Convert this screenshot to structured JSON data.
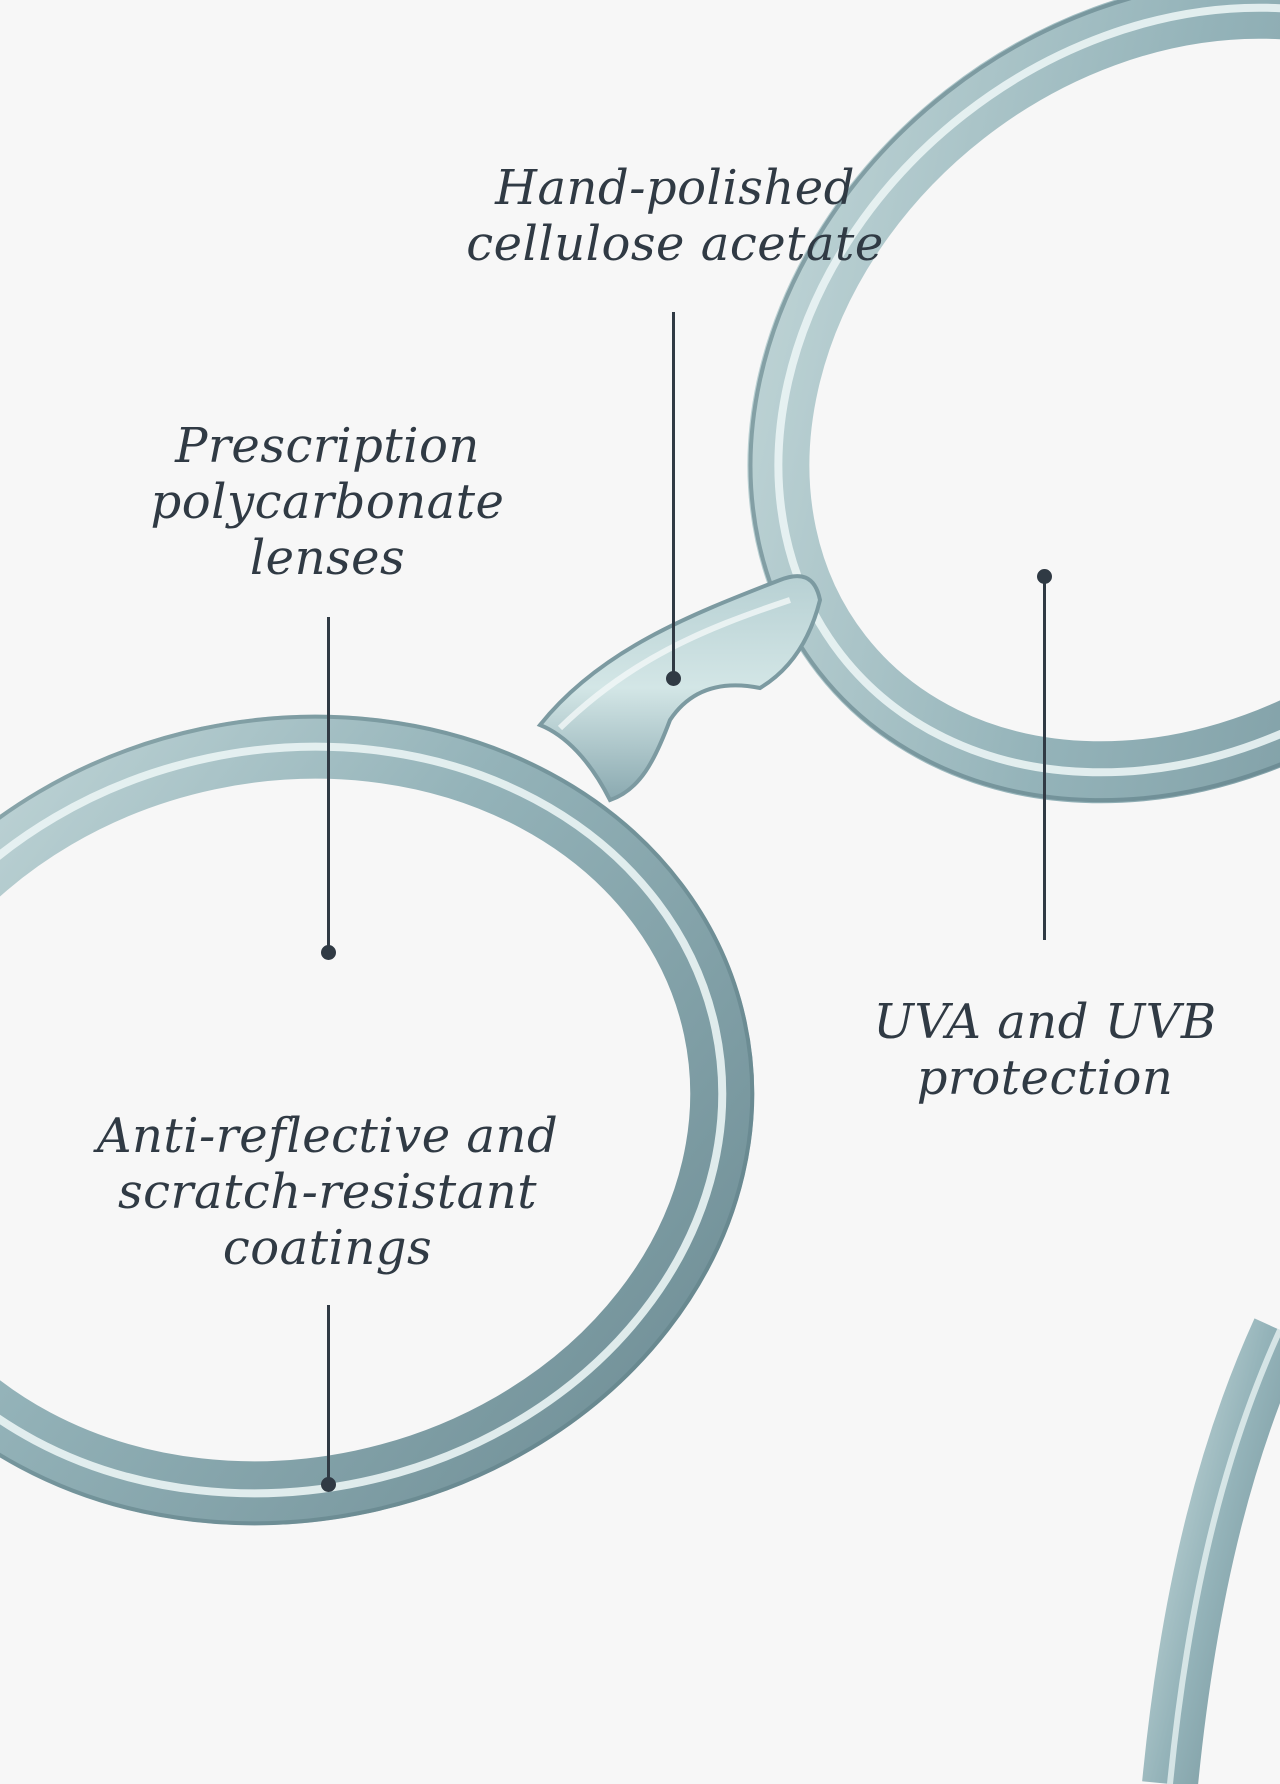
{
  "features": [
    {
      "id": "acetate",
      "lines": [
        "Hand-polished",
        "cellulose acetate"
      ]
    },
    {
      "id": "lenses",
      "lines": [
        "Prescription",
        "polycarbonate",
        "lenses"
      ]
    },
    {
      "id": "coatings",
      "lines": [
        "Anti-reflective and",
        "scratch-resistant",
        "coatings"
      ]
    },
    {
      "id": "uv",
      "lines": [
        "UVA and UVB",
        "protection"
      ]
    }
  ],
  "colors": {
    "background": "#f7f7f7",
    "text": "#303a44",
    "frame": "#9cb8bd",
    "frame_dark": "#6f8d94",
    "frame_light": "#dfeeee"
  },
  "icons": [
    "eyeglasses-frame-illustration"
  ]
}
